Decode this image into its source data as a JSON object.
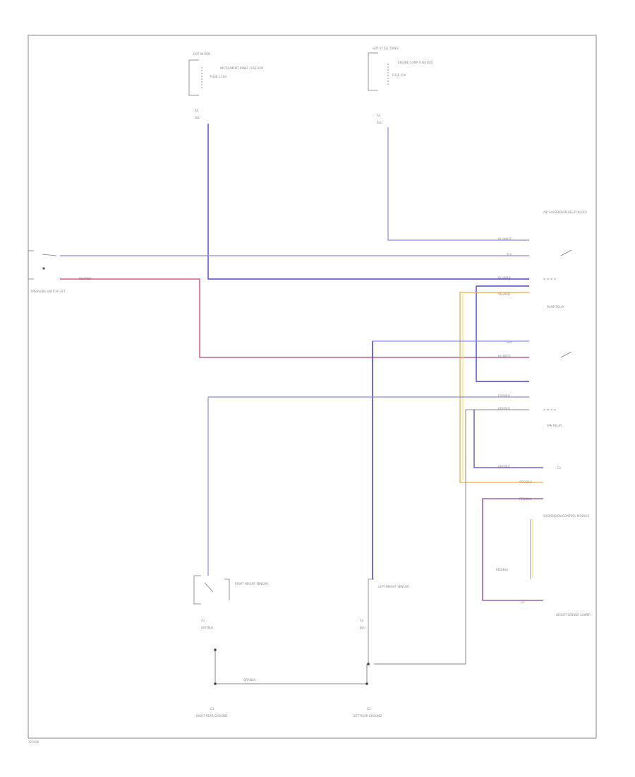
{
  "diagram_code": "123456",
  "wire_colors": {
    "blue": "#4a46c8",
    "light_blue": "#8a8ae8",
    "red_violet": "#c0407a",
    "orange": "#f0a850",
    "yellow": "#e0e070",
    "gray": "#8a8a8a",
    "violet": "#8a40a0"
  },
  "components": {
    "hot_fuse_top_left": {
      "title": "HOT IN RUN",
      "body": "INSTRUMENT PANEL FUSE BOX",
      "fuse": "FUSE 1 10A",
      "pin": "A5",
      "wire": "BLU"
    },
    "hot_fuse_top_right": {
      "title": "HOT AT ALL TIMES",
      "body": "ENGINE COMP FUSE BOX",
      "fuse": "FUSE 15A",
      "pin": "A1",
      "wire": "BLU"
    },
    "pressure_switch_left": {
      "body": "PRESSURE SWITCH LEFT",
      "wire": "BLU/RED"
    },
    "air_pump_relay_block": {
      "title": "AIR SUSPENSION RELAY BLOCK",
      "line1": "BLU/WHT",
      "line2": "BLU",
      "line3": "BLU/BRN",
      "line4": "YEL/RED",
      "relay1": "PUMP RELAY",
      "line5": "BLU",
      "line6": "BLU/RED",
      "line7": "GRY/BLU",
      "line8": "GRY/BLU",
      "relay2": "FAN RELAY"
    },
    "right_sensor": {
      "body": "RIGHT HEIGHT SENSOR",
      "pin": "A1",
      "wire": "GRY/BLU"
    },
    "left_sensor": {
      "body": "LEFT HEIGHT SENSOR",
      "pin": "A2",
      "wire": "BLU"
    },
    "control_module": {
      "body": "SUSPENSION CONTROL MODULE",
      "line1": "GRY/BLU",
      "line2": "ORG/BLK",
      "line3": "RED/BLK",
      "connector": "C1"
    },
    "lower_right": {
      "body": "HEIGHT SENSOR LOWER",
      "wire": "RED/BLK",
      "connector": "C2"
    },
    "ground_left": {
      "pin": "G1",
      "label": "RIGHT REAR GROUND"
    },
    "ground_right": {
      "pin": "G2",
      "label": "LEFT REAR GROUND"
    },
    "ground_wire": "GRY/BLK"
  }
}
